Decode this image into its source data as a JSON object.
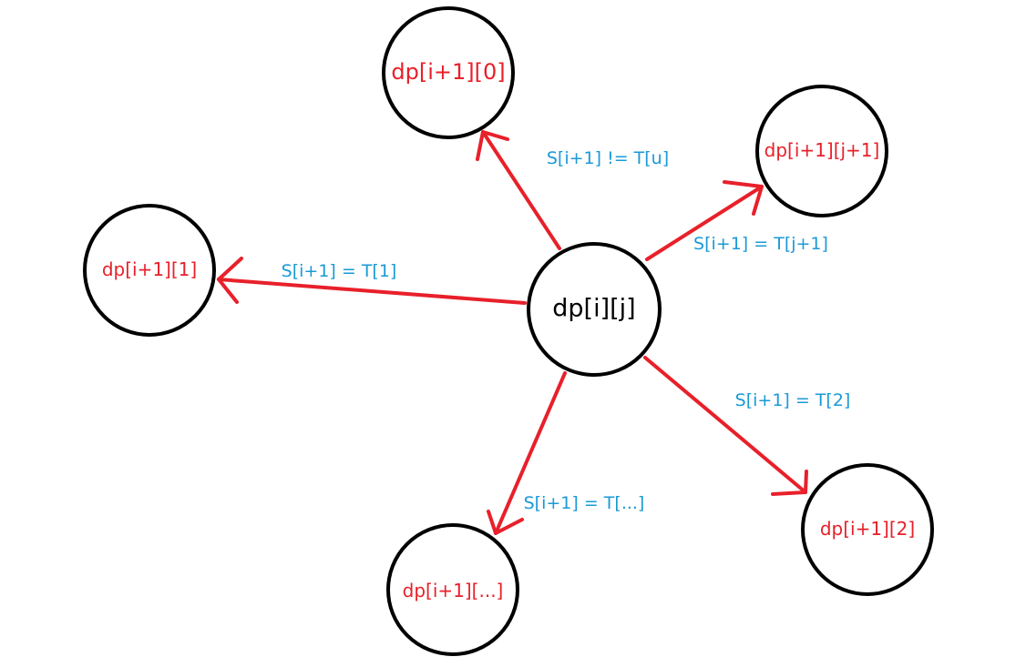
{
  "colors": {
    "edge": "#e8202a",
    "edge_label": "#1a9ad6",
    "node_border": "#000000",
    "center_text": "#000000",
    "child_text": "#e8202a"
  },
  "nodes": {
    "center": "dp[i][j]",
    "next_0": "dp[i+1][0]",
    "next_j_plus_1": "dp[i+1][j+1]",
    "next_1": "dp[i+1][1]",
    "next_2": "dp[i+1][2]",
    "next_ellipsis": "dp[i+1][...]"
  },
  "edges": {
    "to_0": "S[i+1] != T[u]",
    "to_j_plus_1": "S[i+1] = T[j+1]",
    "to_1": "S[i+1] = T[1]",
    "to_2": "S[i+1] = T[2]",
    "to_ellipsis": "S[i+1] = T[...]"
  }
}
